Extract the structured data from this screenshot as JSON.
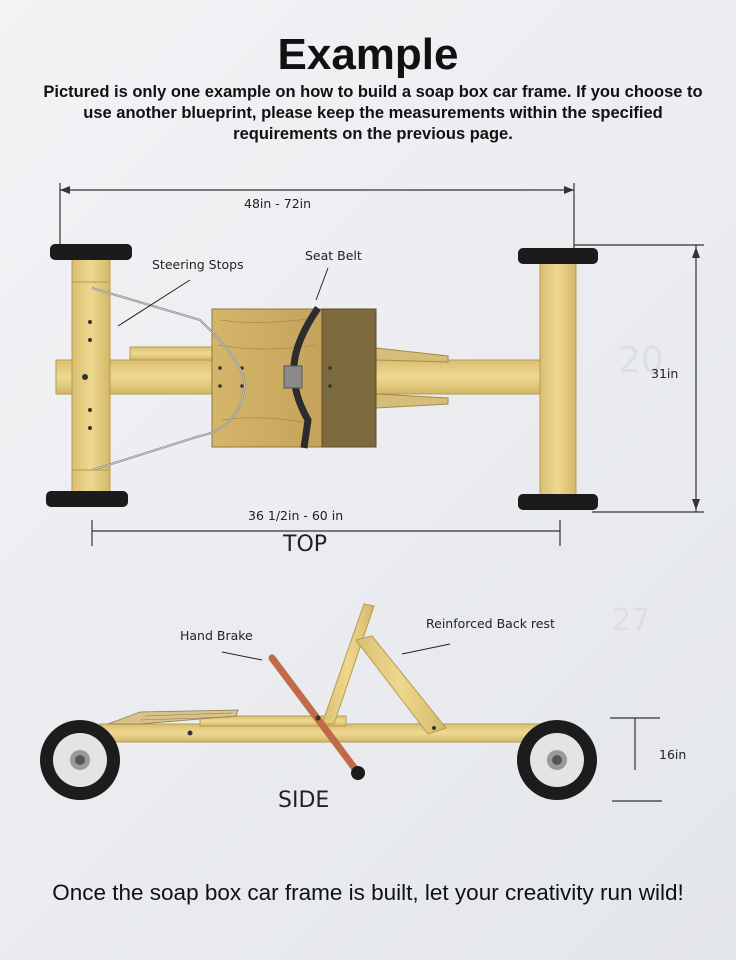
{
  "title": "Example",
  "intro": {
    "line1": "Pictured is only one example on how to build a soap box car frame. If you choose to",
    "line2": "use another blueprint, please keep the measurements within the specified",
    "line3": "requirements on the previous page."
  },
  "top_view": {
    "view_label": "TOP",
    "length_label": "48in - 72in",
    "steering_stops_label": "Steering Stops",
    "seat_belt_label": "Seat Belt",
    "width_label": "31in",
    "axle_label": "36 1/2in - 60 in"
  },
  "side_view": {
    "view_label": "SIDE",
    "hand_brake_label": "Hand Brake",
    "back_rest_label": "Reinforced Back rest",
    "height_label": "16in"
  },
  "footer": "Once the soap box car frame is built, let your creativity run wild!",
  "colors": {
    "wood": "#e6cf86",
    "wood_edge": "#b89b4e",
    "seat_wood": "#b89a55",
    "backrest": "#7d6a3f",
    "tire": "#1b1b1b",
    "brake": "#c06a48"
  }
}
